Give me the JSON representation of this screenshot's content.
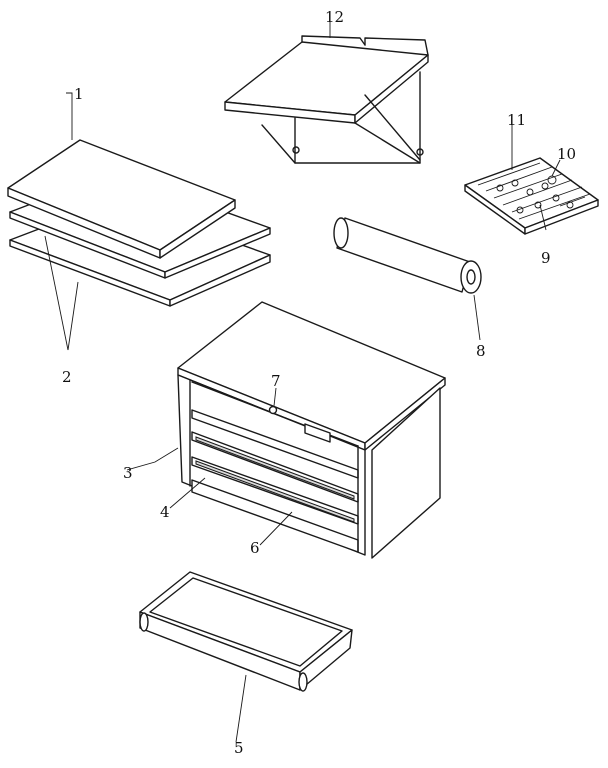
{
  "callouts": {
    "p1": "1",
    "p2": "2",
    "p3": "3",
    "p4": "4",
    "p5": "5",
    "p6": "6",
    "p7": "7",
    "p8": "8",
    "p9": "9",
    "p10": "10",
    "p11": "11",
    "p12": "12"
  }
}
